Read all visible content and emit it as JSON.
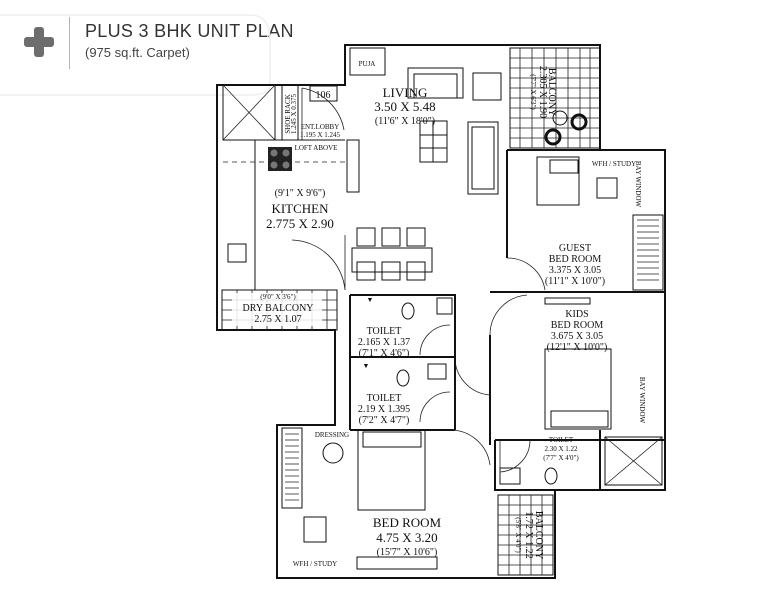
{
  "header": {
    "logo_icon": "plus-icon",
    "title": "PLUS 3 BHK UNIT PLAN",
    "subtitle": "(975 sq.ft. Carpet)",
    "accent_color": "#7fc8cf"
  },
  "plan": {
    "unit_number": "106",
    "puja": "PUJA",
    "living": {
      "name": "LIVING",
      "metric": "3.50 X 5.48",
      "imperial": "(11'6\" X 18'0\")"
    },
    "shoe_rack": {
      "name": "SHOE RACK",
      "metric": "1.245 X 0.375"
    },
    "ent_lobby": {
      "name": "ENT.LOBBY",
      "metric": "1.195 X 1.245"
    },
    "loft": "LOFT ABOVE",
    "kitchen": {
      "name": "KITCHEN",
      "metric": "2.775 X 2.90",
      "imperial": "(9'1\" X 9'6\")"
    },
    "dry_balcony": {
      "name": "DRY BALCONY",
      "metric": "2.75 X 1.07",
      "imperial": "(9'0\" X 3'6\")"
    },
    "balcony_top": {
      "name": "BALCONY",
      "metric": "2.305 X 1.90",
      "imperial": "(7'7\" X 6'3\")"
    },
    "guest_bed": {
      "name1": "GUEST",
      "name2": "BED ROOM",
      "metric": "3.375 X 3.05",
      "imperial": "(11'1\" X 10'0\")"
    },
    "wfh_guest": "WFH / STUDY",
    "bay_window_1": "BAY WINDOW",
    "bay_window_2": "BAY WINDOW",
    "kids_bed": {
      "name1": "KIDS",
      "name2": "BED ROOM",
      "metric": "3.675 X 3.05",
      "imperial": "(12'1\" X 10'0\")"
    },
    "toilet1": {
      "name": "TOILET",
      "metric": "2.165 X 1.37",
      "imperial": "(7'1\" X 4'6\")"
    },
    "toilet2": {
      "name": "TOILET",
      "metric": "2.19 X 1.395",
      "imperial": "(7'2\" X 4'7\")"
    },
    "toilet3": {
      "name": "TOILET",
      "metric": "2.30 X 1.22",
      "imperial": "(7'7\" X 4'0\")"
    },
    "bedroom": {
      "name": "BED ROOM",
      "metric": "4.75 X 3.20",
      "imperial": "(15'7\" X 10'6\")"
    },
    "dressing": "DRESSING",
    "wfh_bed": "WFH / STUDY",
    "balcony_bottom": {
      "name": "BALCONY",
      "metric": "1.72 X 1.22",
      "imperial": "(5'8\" X 4'0\")"
    }
  }
}
